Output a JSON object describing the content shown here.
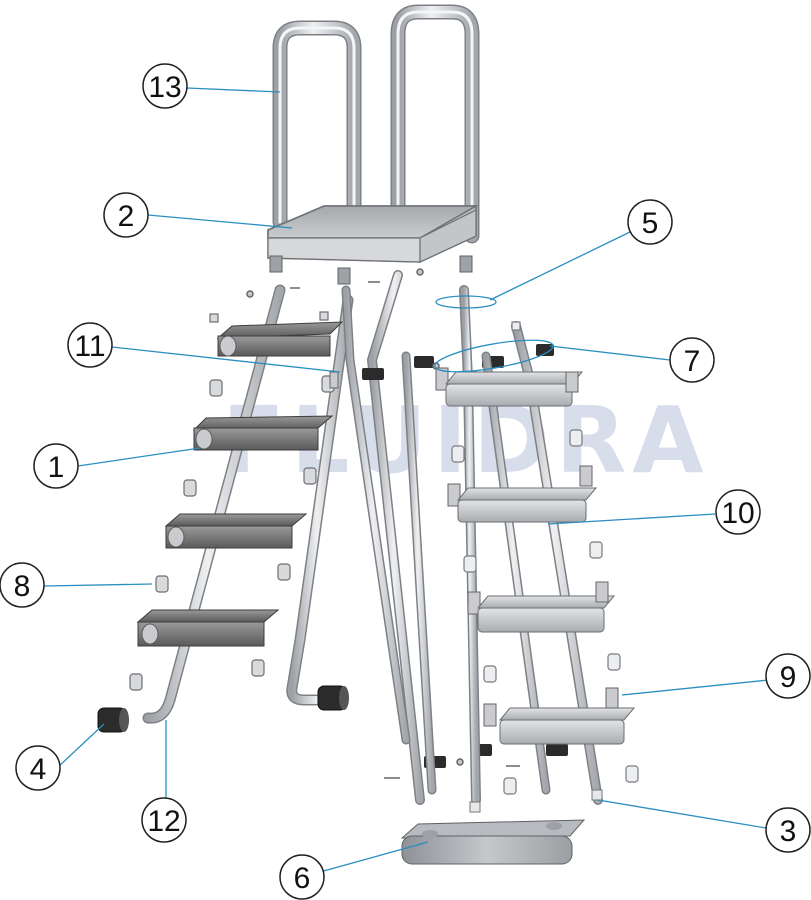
{
  "watermark": "FLUIDRA",
  "colors": {
    "leader": "#2a8ec0",
    "metal": "#d4d6d9",
    "metal_edge": "#7d8085",
    "tread": "#7a7a7a",
    "tread_light": "#b9bcbf",
    "dark_part": "#2b2b2b"
  },
  "callouts": [
    {
      "id": "13",
      "label": "13"
    },
    {
      "id": "2",
      "label": "2"
    },
    {
      "id": "5",
      "label": "5"
    },
    {
      "id": "11",
      "label": "11"
    },
    {
      "id": "7",
      "label": "7"
    },
    {
      "id": "1",
      "label": "1"
    },
    {
      "id": "10",
      "label": "10"
    },
    {
      "id": "8",
      "label": "8"
    },
    {
      "id": "9",
      "label": "9"
    },
    {
      "id": "4",
      "label": "4"
    },
    {
      "id": "12",
      "label": "12"
    },
    {
      "id": "3",
      "label": "3"
    },
    {
      "id": "6",
      "label": "6"
    }
  ]
}
